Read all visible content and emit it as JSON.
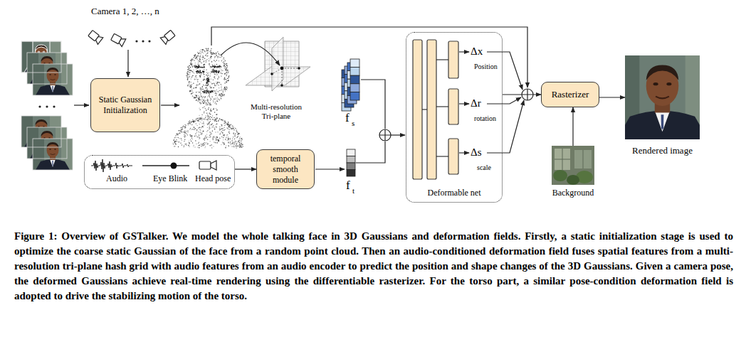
{
  "diagram": {
    "caption": "Figure 1: Overview of GSTalker. We model the whole talking face in 3D Gaussians and deformation fields. Firstly, a static initialization stage is used to optimize the coarse static Gaussian of the face from a random point cloud. Then an audio-conditioned deformation field fuses spatial features from a multi-resolution tri-plane hash grid with audio features from an audio encoder to predict the position and shape changes of the 3D Gaussians. Given a camera pose, the deformed Gaussians achieve real-time rendering using the differentiable rasterizer. For the torso part, a similar pose-condition deformation field is adopted to drive the stabilizing motion of the torso.",
    "nodes": [
      {
        "text": [
          "Static Gaussian Initialization"
        ]
      },
      {
        "text": [
          "Audio",
          "Eye Blink",
          "Head pose"
        ]
      },
      {
        "text": [
          "temporal smooth module"
        ]
      },
      {
        "text": [
          "Deformable net"
        ]
      },
      {
        "text": [
          "Rasterizer"
        ]
      },
      {
        "text": [
          "Background"
        ]
      },
      {
        "text": [
          "Rendered image"
        ]
      }
    ],
    "edges": [
      {
        "from": 1,
        "to": 2,
        "arrow": "to"
      },
      {
        "from": 3,
        "to": 4,
        "arrow": "to"
      },
      {
        "from": 5,
        "to": 4,
        "arrow": "to"
      },
      {
        "from": 4,
        "to": 6,
        "arrow": "to"
      }
    ],
    "labels": [
      "Camera 1, 2, …, n",
      "Multi-resolution Tri-plane",
      "f",
      "s",
      "f",
      "t",
      "Δx",
      "Position",
      "Δr",
      "rotation",
      "Δs",
      "scale"
    ]
  }
}
